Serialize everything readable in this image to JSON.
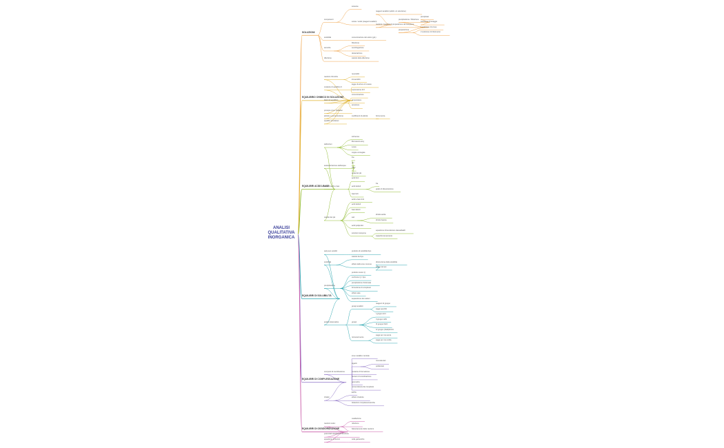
{
  "title": "ANALISI QUALITATIVA INORGANICA",
  "palette": [
    "#f0a347",
    "#e0b12a",
    "#8fbb2f",
    "#2ba6b0",
    "#8b6fc5",
    "#c95aa8"
  ],
  "branches": [
    {
      "label": "SOLUZIONI",
      "children": [
        {
          "label": "componenti",
          "children": [
            {
              "label": "solvente"
            },
            {
              "label": "soluto / soluti (reagenti analitici)",
              "children": [
                {
                  "label": "reagenti analitici (solidi o in soluzione)"
                },
                {
                  "label": "reazioni / reagenti di preparazione del campione",
                  "children": [
                    {
                      "label": "precipitazione / filtrazione",
                      "children": [
                        {
                          "label": "precipitato"
                        },
                        {
                          "label": "soluzione di lavaggio"
                        }
                      ]
                    },
                    {
                      "label": "preparazione",
                      "children": [
                        {
                          "label": "1 soluzione di prova"
                        },
                        {
                          "label": "2 soluzione di riferimento"
                        }
                      ]
                    }
                  ]
                }
              ]
            }
          ]
        },
        {
          "label": "solubilità",
          "children": [
            {
              "label": "concentrazione del soluto (g/L)"
            }
          ]
        },
        {
          "label": "tecniche",
          "children": [
            {
              "label": "filtrazione"
            },
            {
              "label": "centrifugazione"
            },
            {
              "label": "decantazione"
            }
          ]
        },
        {
          "label": "diluizione",
          "children": [
            {
              "label": "calcolo della diluizione"
            }
          ]
        }
      ]
    },
    {
      "label": "EQUILIBRIO CHIMICO IN SOLUZIONE",
      "children": [
        {
          "label": "reazioni chimiche",
          "children": [
            {
              "label": "reversibili"
            },
            {
              "label": "irreversibili"
            }
          ]
        },
        {
          "label": "costante di equilibrio K",
          "children": [
            {
              "label": "legge di azione di massa"
            },
            {
              "label": "espressione di K"
            }
          ]
        },
        {
          "label": "fattori di equilibrio",
          "children": [
            {
              "label": "concentrazione"
            },
            {
              "label": "temperatura"
            },
            {
              "label": "pressione"
            }
          ]
        },
        {
          "label": "principio di Le Chatelier"
        },
        {
          "label": "attività e concentrazione",
          "children": [
            {
              "label": "coefficienti di attività",
              "children": [
                {
                  "label": "forza ionica"
                }
              ]
            }
          ]
        },
        {
          "label": "equilibri simultanei"
        }
      ]
    },
    {
      "label": "EQUILIBRI ACIDO-BASE",
      "children": [
        {
          "label": "definizioni",
          "children": [
            {
              "label": "Arrhenius"
            },
            {
              "label": "Bronsted-Lowry"
            },
            {
              "label": "Lewis"
            },
            {
              "label": "coppie coniugate"
            }
          ]
        },
        {
          "label": "autoionizzazione dell'acqua",
          "children": [
            {
              "label": "Kw"
            },
            {
              "label": "pH"
            },
            {
              "label": "pOH"
            },
            {
              "label": "scala del pH"
            }
          ]
        },
        {
          "label": "forza di acidi e basi",
          "children": [
            {
              "label": "acidi forti"
            },
            {
              "label": "acidi deboli",
              "children": [
                {
                  "label": "Ka"
                },
                {
                  "label": "grado di dissociazione"
                }
              ]
            },
            {
              "label": "basi forti"
            }
          ]
        },
        {
          "label": "calcolo del pH",
          "children": [
            {
              "label": "acidi e basi forti"
            },
            {
              "label": "acidi deboli"
            },
            {
              "label": "basi deboli"
            },
            {
              "label": "sali",
              "children": [
                {
                  "label": "idrolisi acida"
                },
                {
                  "label": "idrolisi basica"
                }
              ]
            },
            {
              "label": "acidi poliprotici"
            },
            {
              "label": "soluzioni tampone",
              "children": [
                {
                  "label": "equazione di Henderson-Hasselbalch"
                },
                {
                  "label": "capacità tamponante"
                }
              ]
            }
          ]
        }
      ]
    },
    {
      "label": "EQUILIBRI DI SOLUBILITÀ",
      "children": [
        {
          "label": "sali poco solubili",
          "children": [
            {
              "label": "prodotto di solubilità Kps"
            }
          ]
        },
        {
          "label": "solubilità",
          "children": [
            {
              "label": "calcolo da Kps"
            },
            {
              "label": "effetto dello ione comune",
              "children": [
                {
                  "label": "diminuzione della solubilità"
                },
                {
                  "label": "effetto del pH"
                }
              ]
            }
          ]
        },
        {
          "label": "precipitazione",
          "children": [
            {
              "label": "prodotto ionico Q"
            },
            {
              "label": "confronto Q / Kps"
            },
            {
              "label": "precipitazione frazionata"
            },
            {
              "label": "formazione di complessi"
            },
            {
              "label": "effetto sale"
            },
            {
              "label": "separazione dei cationi"
            }
          ]
        },
        {
          "label": "analisi sistematica",
          "children": [
            {
              "label": "gruppi analitici",
              "children": [
                {
                  "label": "reagenti di gruppo"
                },
                {
                  "label": "saggi specifici"
                }
              ]
            },
            {
              "label": "gruppi",
              "children": [
                {
                  "label": "I gruppo HCl"
                },
                {
                  "label": "II gruppo H2S"
                },
                {
                  "label": "III gruppo NH3"
                },
                {
                  "label": "IV gruppo (NH4)2CO3"
                }
              ]
            },
            {
              "label": "riconoscimento",
              "children": [
                {
                  "label": "saggi per via secca"
                },
                {
                  "label": "saggi per via umida"
                }
              ]
            }
          ]
        }
      ]
    },
    {
      "label": "EQUILIBRI DI COMPLESSAZIONE",
      "children": [
        {
          "label": "composti di coordinazione",
          "children": [
            {
              "label": "ione metallico centrale"
            },
            {
              "label": "leganti",
              "children": [
                {
                  "label": "monodentati"
                },
                {
                  "label": "polidentati"
                }
              ]
            },
            {
              "label": "costante di formazione"
            },
            {
              "label": "numero di coordinazione"
            },
            {
              "label": "geometria"
            },
            {
              "label": "nomenclatura dei complessi"
            }
          ]
        },
        {
          "label": "chelati",
          "children": [
            {
              "label": "EDTA"
            },
            {
              "label": "effetto chelante"
            },
            {
              "label": "titolazioni complessometriche"
            }
          ]
        }
      ]
    },
    {
      "label": "EQUILIBRI DI OSSIDORIDUZIONE",
      "children": [
        {
          "label": "reazioni redox",
          "children": [
            {
              "label": "ossidazione"
            },
            {
              "label": "riduzione"
            },
            {
              "label": "bilanciamento delle reazioni"
            }
          ]
        },
        {
          "label": "potenziali standard di riduzione"
        },
        {
          "label": "equazione di Nernst",
          "children": [
            {
              "label": "celle galvaniche"
            }
          ]
        }
      ]
    }
  ]
}
